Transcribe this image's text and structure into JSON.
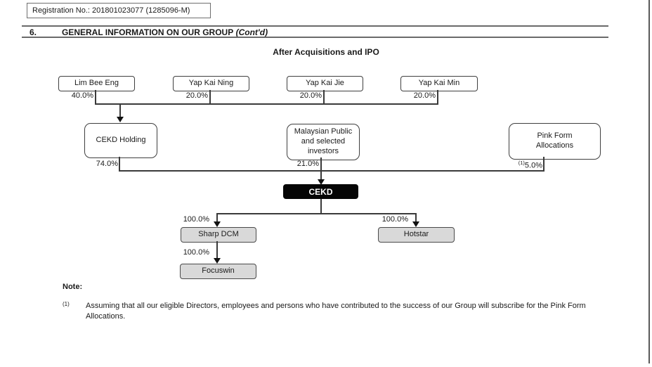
{
  "page": {
    "registration": "Registration No.: 201801023077 (1285096-M)",
    "section_number": "6.",
    "section_title": "GENERAL INFORMATION ON OUR GROUP",
    "section_cont": "(Cont'd)"
  },
  "diagram": {
    "title": "After Acquisitions and IPO",
    "shareholders": [
      {
        "name": "Lim Bee Eng",
        "stake": "40.0%"
      },
      {
        "name": "Yap Kai Ning",
        "stake": "20.0%"
      },
      {
        "name": "Yap Kai Jie",
        "stake": "20.0%"
      },
      {
        "name": "Yap Kai Min",
        "stake": "20.0%"
      }
    ],
    "holding_level": [
      {
        "name": "CEKD Holding",
        "stake": "74.0%",
        "note_ref": ""
      },
      {
        "name": "Malaysian Public and selected investors",
        "stake": "21.0%",
        "note_ref": ""
      },
      {
        "name": "Pink Form Allocations",
        "stake": "5.0%",
        "note_ref": "(1)"
      }
    ],
    "company": "CEKD",
    "subsidiaries": [
      {
        "name": "Sharp DCM",
        "stake": "100.0%",
        "parent": "CEKD"
      },
      {
        "name": "Hotstar",
        "stake": "100.0%",
        "parent": "CEKD"
      },
      {
        "name": "Focuswin",
        "stake": "100.0%",
        "parent": "Sharp DCM"
      }
    ]
  },
  "note": {
    "label": "Note:",
    "marker": "(1)",
    "text": "Assuming that all our eligible Directors, employees and persons who have contributed to the success of our Group will subscribe for the Pink Form Allocations."
  },
  "colors": {
    "company_box": "#050505",
    "subsidiary_box": "#d9d9d9",
    "line": "#3a3a3a"
  }
}
